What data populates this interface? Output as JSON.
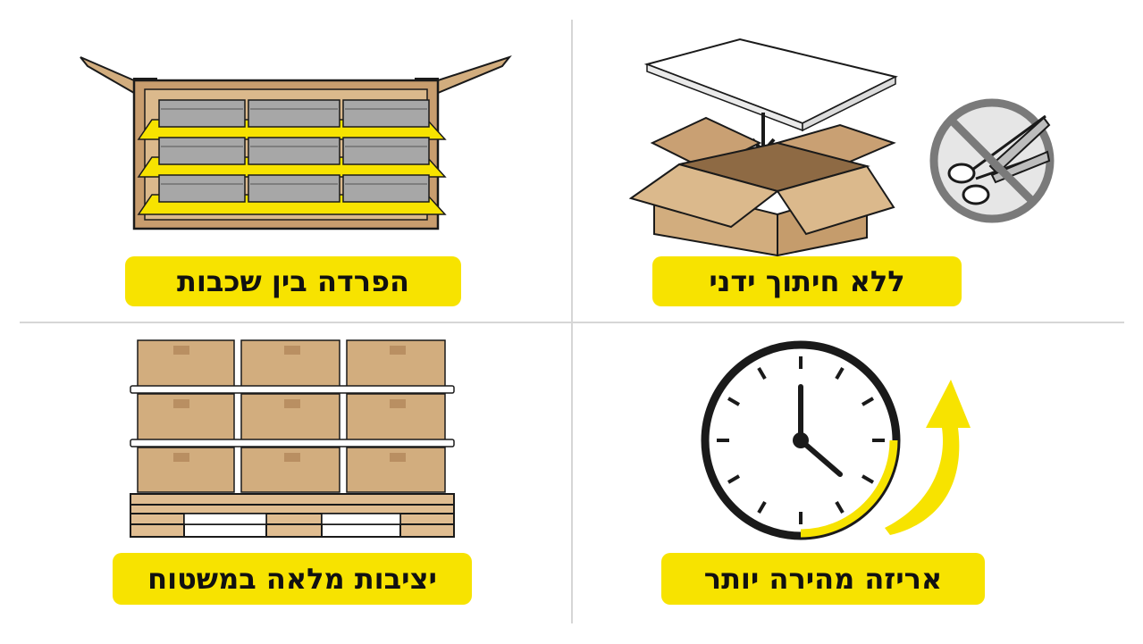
{
  "panels": {
    "top_left": {
      "label": "הפרדה בין שכבות",
      "icon": "layered-box-icon"
    },
    "top_right": {
      "label": "ללא חיתוך ידני",
      "icon": "open-box-no-scissors-icon"
    },
    "bottom_left": {
      "label": "יציבות מלאה במשטוח",
      "icon": "pallet-boxes-icon"
    },
    "bottom_right": {
      "label": "אריזה מהירה יותר",
      "icon": "clock-speed-icon"
    }
  },
  "colors": {
    "accent": "#f7e300",
    "cardboard": "#d2ad7e",
    "cardboard_dark": "#a9815a",
    "outline": "#1a1a1a",
    "gray": "#7a7a7a"
  }
}
